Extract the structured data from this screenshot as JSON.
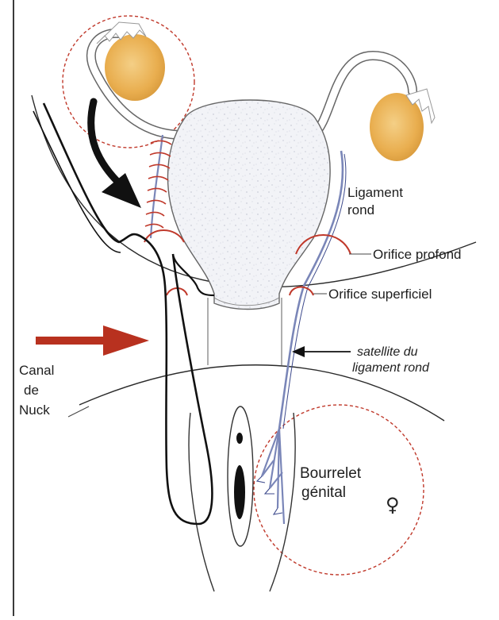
{
  "labels": {
    "ligament_rond": [
      "Ligament",
      "rond"
    ],
    "orifice_profond": "Orifice profond",
    "orifice_superficiel": "Orifice superficiel",
    "satellite": [
      "satellite du",
      "ligament rond"
    ],
    "canal_de_nuck": [
      "Canal",
      "de",
      "Nuck"
    ],
    "bourrelet_genital": [
      "Bourrelet",
      "génital"
    ],
    "female_symbol": "♀"
  },
  "colors": {
    "red": "#c0392b",
    "red_arrow": "#b8311f",
    "blue": "#7a86b8",
    "ovary": "#eab45a",
    "outline": "#2a2a2a",
    "uterus_fill": "#f1f2f6"
  },
  "icons": {
    "big_black_arrow": "arrow-down-black-icon",
    "red_arrow": "arrow-right-red-icon",
    "small_pointer": "arrow-left-small-icon"
  }
}
